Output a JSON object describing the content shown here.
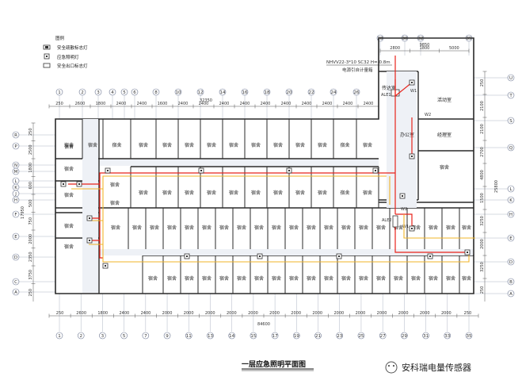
{
  "legend": {
    "title": "图例",
    "items": [
      "安全疏散标志灯",
      "应急照明灯",
      "安全出口标志灯"
    ]
  },
  "cable_note": {
    "line1": "NHVV22-3*10 SC32 H=-0.8m",
    "line2": "电源引自计量箱"
  },
  "top_axes": [
    "28",
    "30",
    "32",
    "35"
  ],
  "top_dims": [
    "2800",
    "1800",
    "5000"
  ],
  "top_total": "9850",
  "upper_axes": [
    "1",
    "2",
    "3",
    "4",
    "5",
    "6",
    "8",
    "10",
    "12",
    "14",
    "16",
    "18",
    "20",
    "22",
    "24",
    "26"
  ],
  "upper_dims": [
    "250",
    "2600",
    "1800",
    "2400",
    "2400",
    "1600",
    "2400",
    "2400",
    "2400",
    "2400",
    "2400",
    "2400",
    "2400",
    "2400",
    "2400",
    "2400"
  ],
  "upper_total": "32350",
  "bottom_axes": [
    "1",
    "2",
    "3",
    "5",
    "7",
    "9",
    "11",
    "13",
    "14",
    "15",
    "17",
    "19",
    "21",
    "23",
    "25",
    "27",
    "29",
    "31",
    "33",
    "35"
  ],
  "bottom_dims": [
    "250",
    "2600",
    "1800",
    "2400",
    "2400",
    "2000",
    "2000",
    "2000",
    "2000",
    "2000",
    "2000",
    "2000",
    "2000",
    "2000",
    "2000",
    "2000",
    "2000",
    "2000",
    "2000",
    "250"
  ],
  "bottom_total": "84600",
  "left_axes": [
    "R",
    "P",
    "N",
    "M",
    "L",
    "K",
    "J",
    "H",
    "F",
    "E",
    "D",
    "C",
    "A"
  ],
  "left_dims": [
    "250",
    "2500",
    "1800",
    "600",
    "500",
    "750",
    "2000",
    "2350",
    "3750",
    "250"
  ],
  "left_total": "17950",
  "right_axes": [
    "U",
    "T",
    "S",
    "Q",
    "L",
    "K",
    "H",
    "E",
    "D",
    "B",
    "A"
  ],
  "right_dims": [
    "250",
    "2100",
    "2100",
    "2700",
    "4800",
    "1500",
    "3250",
    "2000",
    "3250",
    "250"
  ],
  "right_total": "25800",
  "rooms": {
    "dorm": "宿舍",
    "guard": "传达室",
    "activity": "活动室",
    "office": "办公室",
    "manager": "经理室"
  },
  "panels": [
    "ALE1",
    "ALE2"
  ],
  "lines": [
    "W1",
    "W2"
  ],
  "drawing_title": "一层应急照明平面图",
  "watermark": "安科瑞电量传感器",
  "colors": {
    "emergency": "#e8231b",
    "evac": "#f0b429",
    "wall": "#2a2a2a",
    "grid": "#9aa3b5"
  }
}
